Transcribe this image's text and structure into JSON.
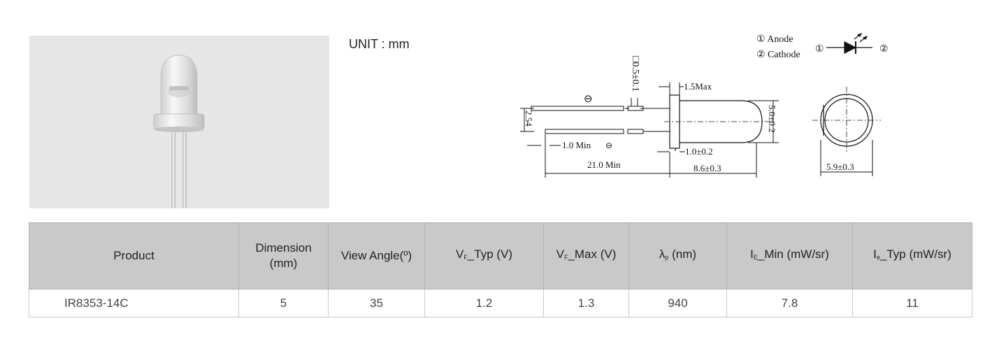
{
  "unit_label": "UNIT : mm",
  "drawing": {
    "legend_anode": "① Anode",
    "legend_cathode": "② Cathode",
    "symbol_pin1": "①",
    "symbol_pin2": "②",
    "lead_square": "□0.5±0.1",
    "flange_max": "1.5Max",
    "diameter": "5.0±0.2",
    "pitch": "2.54",
    "lead_min": "1.0 Min",
    "lead_min_mark": "⊖",
    "minus_mark": "⊖",
    "flange_thk": "1.0±0.2",
    "lead_length": "21.0 Min",
    "body_length": "8.6±0.3",
    "flange_dia": "5.9±0.3"
  },
  "table": {
    "headers": {
      "product": "Product",
      "dimension": "Dimension\n(mm)",
      "view_angle": "View Angle(º)",
      "vf_typ_main": "V",
      "vf_typ_sub": "F",
      "vf_typ_rest": "_Typ (V)",
      "vf_max_main": "V",
      "vf_max_sub": "F",
      "vf_max_rest": "_Max (V)",
      "lambda_main": "λ",
      "lambda_sub": "p",
      "lambda_rest": " (nm)",
      "ie_min_main": "I",
      "ie_min_sub": "E",
      "ie_min_rest": "_Min (mW/sr)",
      "ie_typ_main": "I",
      "ie_typ_sub": "e",
      "ie_typ_rest": "_Typ (mW/sr)"
    },
    "rows": [
      {
        "product": "IR8353-14C",
        "dimension": "5",
        "view_angle": "35",
        "vf_typ": "1.2",
        "vf_max": "1.3",
        "lambda_p": "940",
        "ie_min": "7.8",
        "ie_typ": "11"
      }
    ]
  }
}
